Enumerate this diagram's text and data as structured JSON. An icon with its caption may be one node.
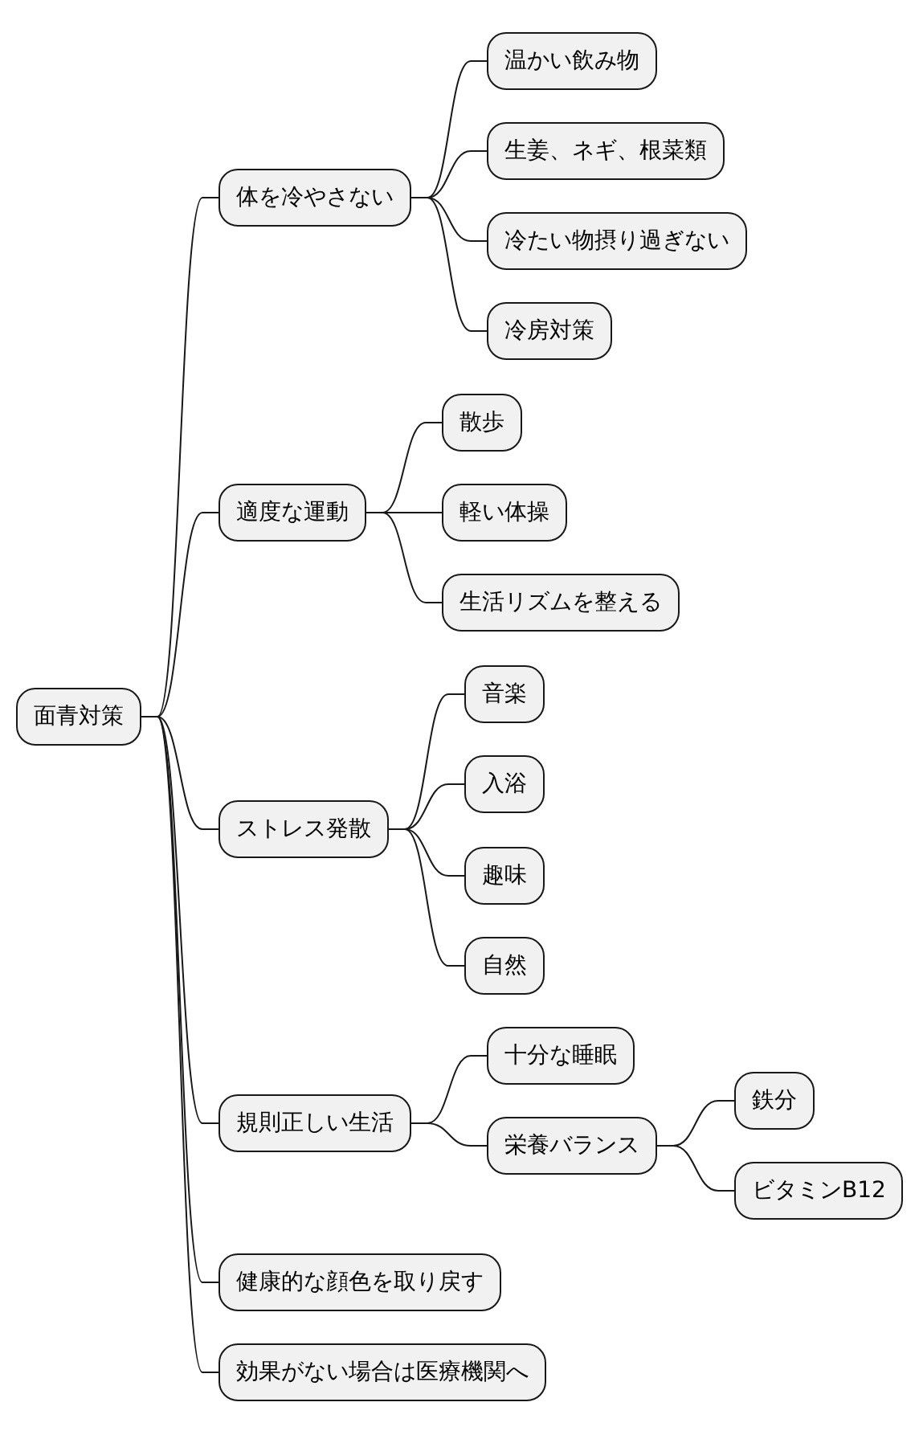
{
  "diagram": {
    "nodes": [
      {
        "text": [
          "面青対策"
        ]
      },
      {
        "text": [
          "体を冷やさない"
        ]
      },
      {
        "text": [
          "温かい飲み物"
        ]
      },
      {
        "text": [
          "生姜、ネギ、根菜類"
        ]
      },
      {
        "text": [
          "冷たい物摂り過ぎない"
        ]
      },
      {
        "text": [
          "冷房対策"
        ]
      },
      {
        "text": [
          "適度な運動"
        ]
      },
      {
        "text": [
          "散歩"
        ]
      },
      {
        "text": [
          "軽い体操"
        ]
      },
      {
        "text": [
          "生活リズムを整える"
        ]
      },
      {
        "text": [
          "ストレス発散"
        ]
      },
      {
        "text": [
          "音楽"
        ]
      },
      {
        "text": [
          "入浴"
        ]
      },
      {
        "text": [
          "趣味"
        ]
      },
      {
        "text": [
          "自然"
        ]
      },
      {
        "text": [
          "規則正しい生活"
        ]
      },
      {
        "text": [
          "十分な睡眠"
        ]
      },
      {
        "text": [
          "栄養バランス"
        ]
      },
      {
        "text": [
          "鉄分"
        ]
      },
      {
        "text": [
          "ビタミンB12"
        ]
      },
      {
        "text": [
          "健康的な顔色を取り戻す"
        ]
      },
      {
        "text": [
          "効果がない場合は医療機関へ"
        ]
      }
    ],
    "edges": [
      {
        "from": 0,
        "to": 1,
        "arrow": "none"
      },
      {
        "from": 1,
        "to": 2,
        "arrow": "none"
      },
      {
        "from": 1,
        "to": 3,
        "arrow": "none"
      },
      {
        "from": 1,
        "to": 4,
        "arrow": "none"
      },
      {
        "from": 1,
        "to": 5,
        "arrow": "none"
      },
      {
        "from": 0,
        "to": 6,
        "arrow": "none"
      },
      {
        "from": 6,
        "to": 7,
        "arrow": "none"
      },
      {
        "from": 6,
        "to": 8,
        "arrow": "none"
      },
      {
        "from": 6,
        "to": 9,
        "arrow": "none"
      },
      {
        "from": 0,
        "to": 10,
        "arrow": "none"
      },
      {
        "from": 10,
        "to": 11,
        "arrow": "none"
      },
      {
        "from": 10,
        "to": 12,
        "arrow": "none"
      },
      {
        "from": 10,
        "to": 13,
        "arrow": "none"
      },
      {
        "from": 10,
        "to": 14,
        "arrow": "none"
      },
      {
        "from": 0,
        "to": 15,
        "arrow": "none"
      },
      {
        "from": 15,
        "to": 16,
        "arrow": "none"
      },
      {
        "from": 15,
        "to": 17,
        "arrow": "none"
      },
      {
        "from": 17,
        "to": 18,
        "arrow": "none"
      },
      {
        "from": 17,
        "to": 19,
        "arrow": "none"
      },
      {
        "from": 0,
        "to": 20,
        "arrow": "none"
      },
      {
        "from": 0,
        "to": 21,
        "arrow": "none"
      }
    ]
  }
}
